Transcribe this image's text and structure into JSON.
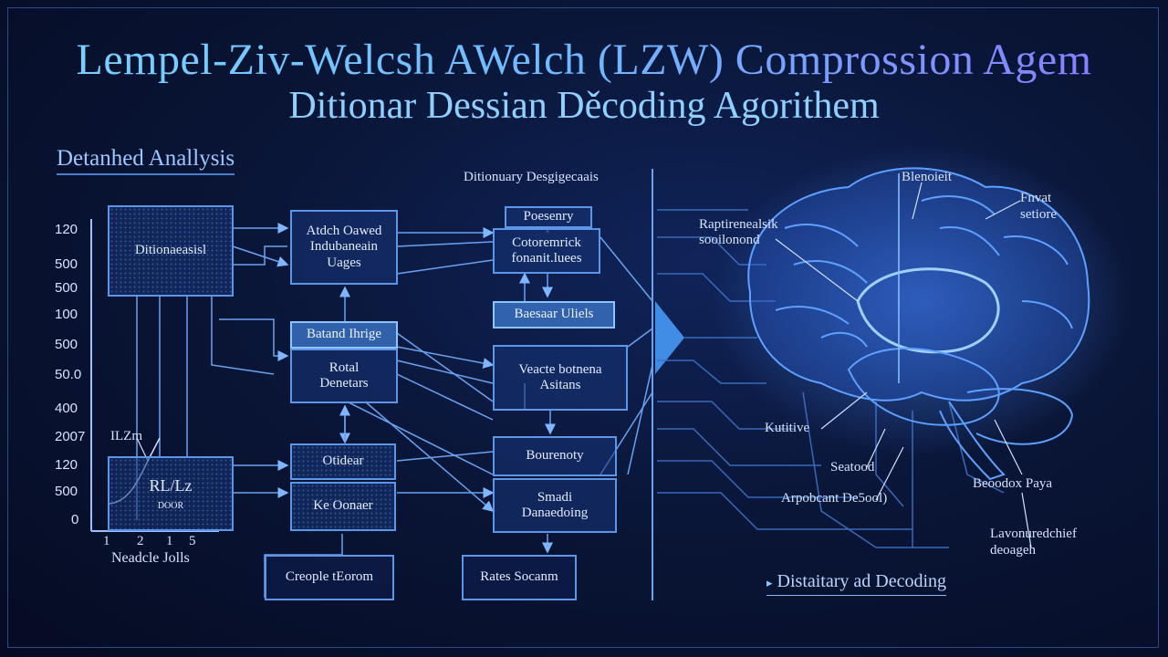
{
  "title": {
    "line1": "Lempel-Ziv-Welcsh AWelch (LZW) Comprossion Agem",
    "line2": "Ditionar Dessian Děcoding Agorithem"
  },
  "left_panel": {
    "heading": "Detanhed Anallysis",
    "axis_values": [
      "120",
      "500",
      "500",
      "100",
      "500",
      "50.0",
      "400",
      "2007",
      "120",
      "500",
      "0"
    ],
    "x_ticks": [
      "1",
      "2",
      "1",
      "5"
    ],
    "x_label": "Neadcle Jolls",
    "dictionary_box": "Ditionaeasisl",
    "chart_box_top": "ILZm",
    "chart_box_main": "RL/Lz",
    "chart_box_sub": "DOOR"
  },
  "middle": {
    "header": "Ditionuary Desgigecaais",
    "col1": {
      "box_a": "Atdch Oawed\nIndubaneain\nUages",
      "box_b_label": "Batand Ihrige",
      "box_b": "Rotal\nDenetars",
      "box_c": "Otidear",
      "box_d": "Ke Oonaer"
    },
    "col2": {
      "top_label": "Poesenry",
      "box_a": "Cotoremrick\nfonanit.luees",
      "box_b": "Baesaar Uliels",
      "box_c": "Veacte botnena\nAsitans",
      "box_d": "Bourenoty",
      "box_e": "Smadi\nDanaedoing"
    },
    "bottom_left": "Creople tEorom",
    "bottom_right": "Rates Socanm"
  },
  "brain": {
    "label_top": "Blenoieit",
    "label_top_right": "Fnvat\nsetiore",
    "label_left": "Raptirenealsik\nsooilonond",
    "label_mid_left": "Kutitive",
    "label_bottom1": "Seatood",
    "label_bottom2": "Arpobcant De5ool)",
    "label_right": "Beoodox Paya",
    "label_bottom_right": "Lavonuredchief\ndeoageh",
    "footer": "Distaitary ad Decoding"
  }
}
